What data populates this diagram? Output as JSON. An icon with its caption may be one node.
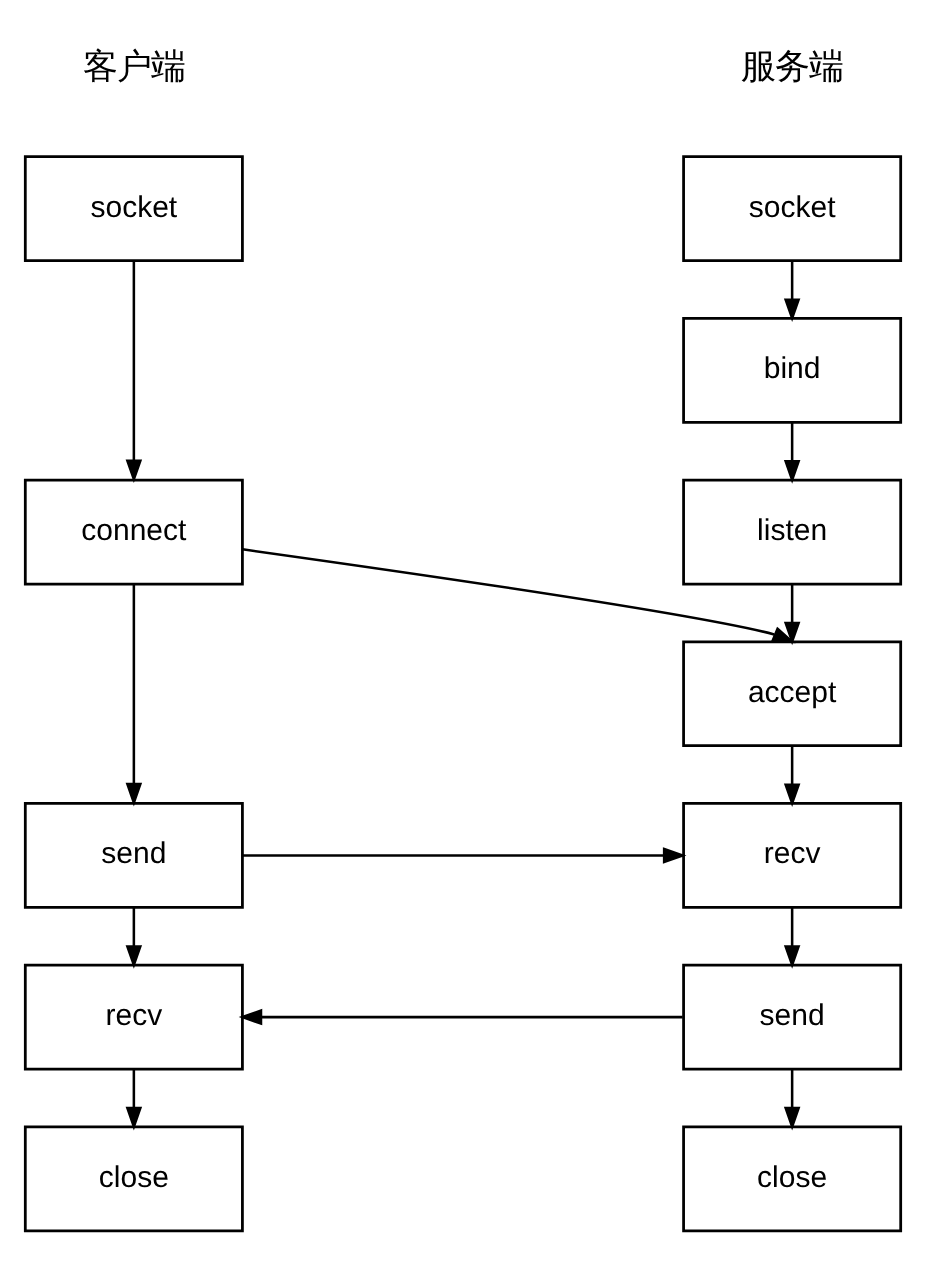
{
  "diagram": {
    "nodes": [
      {
        "text": [
          "socket"
        ]
      },
      {
        "text": [
          "socket"
        ]
      },
      {
        "text": [
          "bind"
        ]
      },
      {
        "text": [
          "listen"
        ]
      },
      {
        "text": [
          "connect"
        ]
      },
      {
        "text": [
          "accept"
        ]
      },
      {
        "text": [
          "send"
        ]
      },
      {
        "text": [
          "recv"
        ]
      },
      {
        "text": [
          "recv"
        ]
      },
      {
        "text": [
          "send"
        ]
      },
      {
        "text": [
          "close"
        ]
      },
      {
        "text": [
          "close"
        ]
      }
    ],
    "edges": [
      {
        "from": 0,
        "to": 4,
        "arrow": "to"
      },
      {
        "from": 1,
        "to": 2,
        "arrow": "to"
      },
      {
        "from": 2,
        "to": 3,
        "arrow": "to"
      },
      {
        "from": 3,
        "to": 5,
        "arrow": "to"
      },
      {
        "from": 4,
        "to": 5,
        "arrow": "to"
      },
      {
        "from": 4,
        "to": 6,
        "arrow": "to"
      },
      {
        "from": 5,
        "to": 7,
        "arrow": "to"
      },
      {
        "from": 6,
        "to": 7,
        "arrow": "to"
      },
      {
        "from": 6,
        "to": 8,
        "arrow": "to"
      },
      {
        "from": 7,
        "to": 9,
        "arrow": "to"
      },
      {
        "from": 9,
        "to": 8,
        "arrow": "to"
      },
      {
        "from": 8,
        "to": 10,
        "arrow": "to"
      },
      {
        "from": 9,
        "to": 11,
        "arrow": "to"
      }
    ],
    "labels": [
      "客户端",
      "服务端"
    ]
  }
}
